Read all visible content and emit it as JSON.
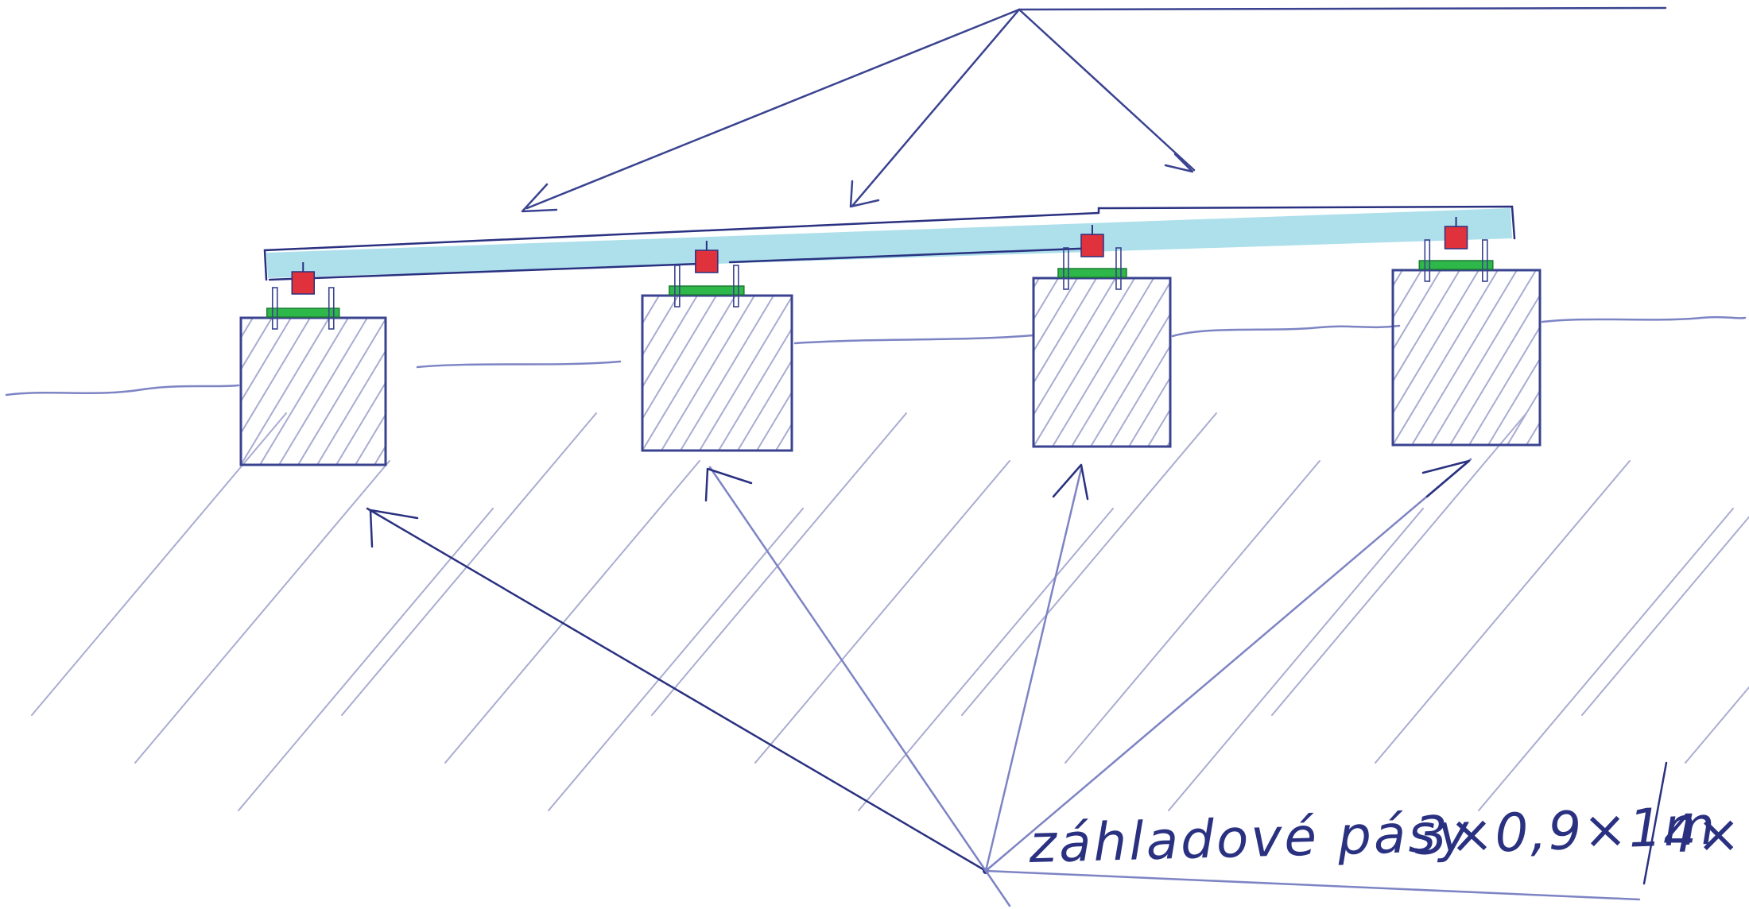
{
  "diagram": {
    "label": {
      "name": "záhladové pásy",
      "dimensions": "3×0,9×1m",
      "count": "4×"
    },
    "foundation_count": 4,
    "colors": {
      "ink": "#3a4390",
      "ink_light": "#7d84c4",
      "hatch": "#a9acd2",
      "beam": "#9fdbe8",
      "bearing": "#e0323c",
      "pad": "#2fb84a"
    },
    "icons": [
      "arrow-icon"
    ]
  }
}
